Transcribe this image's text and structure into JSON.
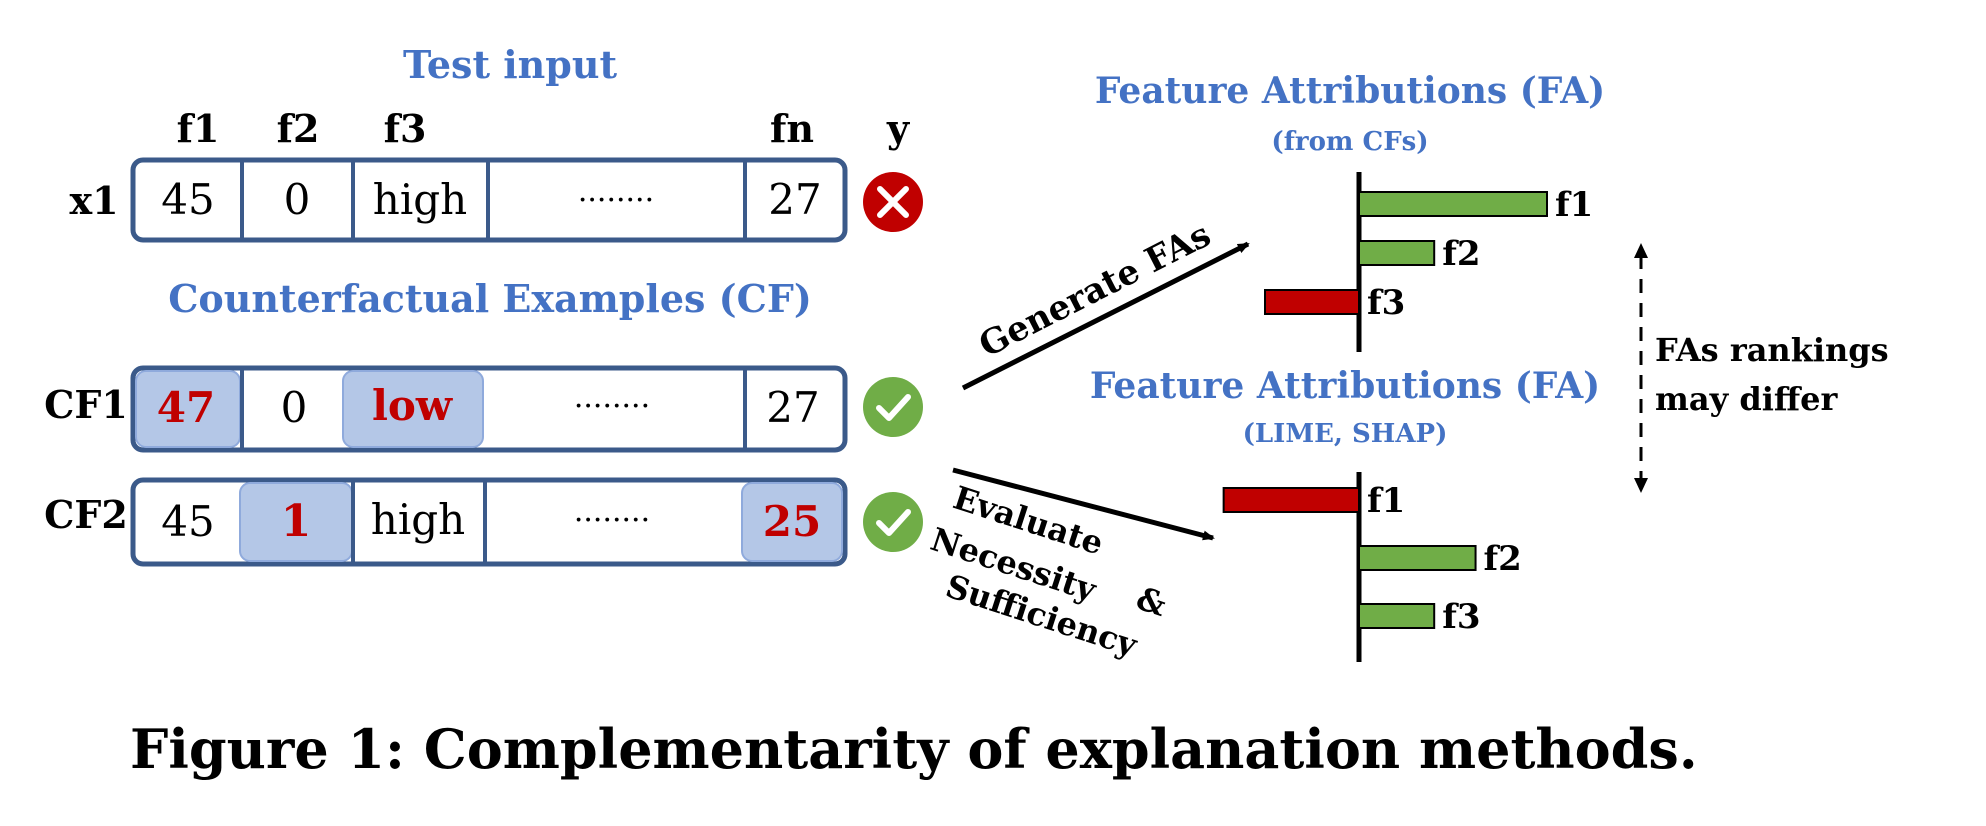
{
  "test_input": {
    "title": "Test input",
    "headers": [
      "f1",
      "f2",
      "f3",
      "fn",
      "y"
    ],
    "row_label": "x1",
    "cells": [
      "45",
      "0",
      "high",
      "········",
      "27"
    ],
    "outcome_icon": "x-circle-icon"
  },
  "counterfactuals": {
    "title": "Counterfactual Examples (CF)",
    "rows": [
      {
        "label": "CF1",
        "cells": [
          "47",
          "0",
          "low",
          "········",
          "27"
        ],
        "changed": [
          true,
          false,
          true,
          false,
          false
        ],
        "outcome_icon": "check-circle-icon"
      },
      {
        "label": "CF2",
        "cells": [
          "45",
          "1",
          "high",
          "········",
          "25"
        ],
        "changed": [
          false,
          true,
          false,
          false,
          true
        ],
        "outcome_icon": "check-circle-icon"
      }
    ]
  },
  "arrows": {
    "generate": "Generate FAs",
    "evaluate_lines": [
      "Evaluate",
      "Necessity",
      "&",
      "Sufficiency"
    ]
  },
  "fa_from_cf": {
    "title": "Feature Attributions (FA)",
    "subtitle": "(from CFs)",
    "bars": [
      {
        "label": "f1",
        "value": 1.0,
        "color": "#70ad47"
      },
      {
        "label": "f2",
        "value": 0.4,
        "color": "#70ad47"
      },
      {
        "label": "f3",
        "value": -0.5,
        "color": "#c00000"
      }
    ]
  },
  "fa_lime_shap": {
    "title": "Feature Attributions (FA)",
    "subtitle": "(LIME, SHAP)",
    "bars": [
      {
        "label": "f1",
        "value": -0.72,
        "color": "#c00000"
      },
      {
        "label": "f2",
        "value": 0.62,
        "color": "#70ad47"
      },
      {
        "label": "f3",
        "value": 0.4,
        "color": "#70ad47"
      }
    ]
  },
  "rankings_note": [
    "FAs rankings",
    "may differ"
  ],
  "caption": "Figure 1: Complementarity of explanation methods.",
  "colors": {
    "accent_blue": "#4472c4",
    "highlight_fill": "#b4c7e7",
    "red": "#c00000",
    "green": "#70ad47",
    "icon_red": "#c00000"
  }
}
